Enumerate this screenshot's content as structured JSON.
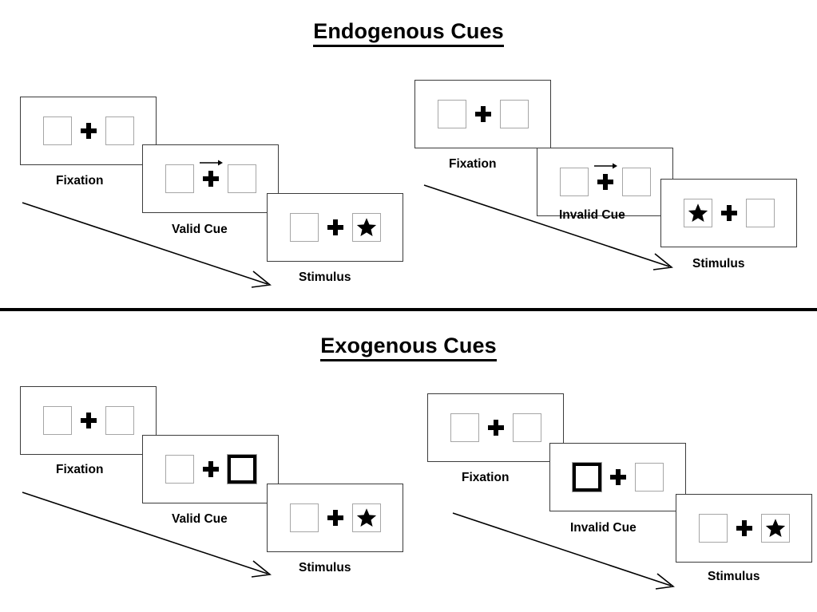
{
  "sections": [
    {
      "id": "endogenous",
      "title": "Endogenous Cues",
      "groups": [
        {
          "id": "endogenous-valid",
          "cue_type": "arrow",
          "panels": [
            {
              "caption": "Fixation",
              "left_box": "empty",
              "right_box": "empty",
              "cue": "none"
            },
            {
              "caption": "Valid Cue",
              "left_box": "empty",
              "right_box": "empty",
              "cue": "arrow-right"
            },
            {
              "caption": "Stimulus",
              "left_box": "empty",
              "right_box": "star",
              "cue": "none"
            }
          ]
        },
        {
          "id": "endogenous-invalid",
          "cue_type": "arrow",
          "panels": [
            {
              "caption": "Fixation",
              "left_box": "empty",
              "right_box": "empty",
              "cue": "none"
            },
            {
              "caption": "Invalid Cue",
              "left_box": "empty",
              "right_box": "empty",
              "cue": "arrow-right"
            },
            {
              "caption": "Stimulus",
              "left_box": "star",
              "right_box": "empty",
              "cue": "none"
            }
          ]
        }
      ]
    },
    {
      "id": "exogenous",
      "title": "Exogenous Cues",
      "groups": [
        {
          "id": "exogenous-valid",
          "cue_type": "box-highlight",
          "panels": [
            {
              "caption": "Fixation",
              "left_box": "empty",
              "right_box": "empty",
              "cue": "none"
            },
            {
              "caption": "Valid Cue",
              "left_box": "empty",
              "right_box": "cued",
              "cue": "highlight-right"
            },
            {
              "caption": "Stimulus",
              "left_box": "empty",
              "right_box": "star",
              "cue": "none"
            }
          ]
        },
        {
          "id": "exogenous-invalid",
          "cue_type": "box-highlight",
          "panels": [
            {
              "caption": "Fixation",
              "left_box": "empty",
              "right_box": "empty",
              "cue": "none"
            },
            {
              "caption": "Invalid Cue",
              "left_box": "cued",
              "right_box": "empty",
              "cue": "highlight-left"
            },
            {
              "caption": "Stimulus",
              "left_box": "empty",
              "right_box": "star",
              "cue": "none"
            }
          ]
        }
      ]
    }
  ],
  "captions": {
    "fixation": "Fixation",
    "valid_cue": "Valid Cue",
    "invalid_cue": "Invalid Cue",
    "stimulus": "Stimulus"
  },
  "icons": {
    "fixation_cross": "plus-cross-icon",
    "target_star": "star-icon",
    "cue_arrow": "arrow-right-icon",
    "flow_arrow": "time-flow-arrow-icon"
  },
  "colors": {
    "ink": "#000000",
    "panel_border": "#3b3b3b",
    "box_border": "#a6a6a6",
    "background": "#ffffff",
    "divider": "#000000"
  }
}
